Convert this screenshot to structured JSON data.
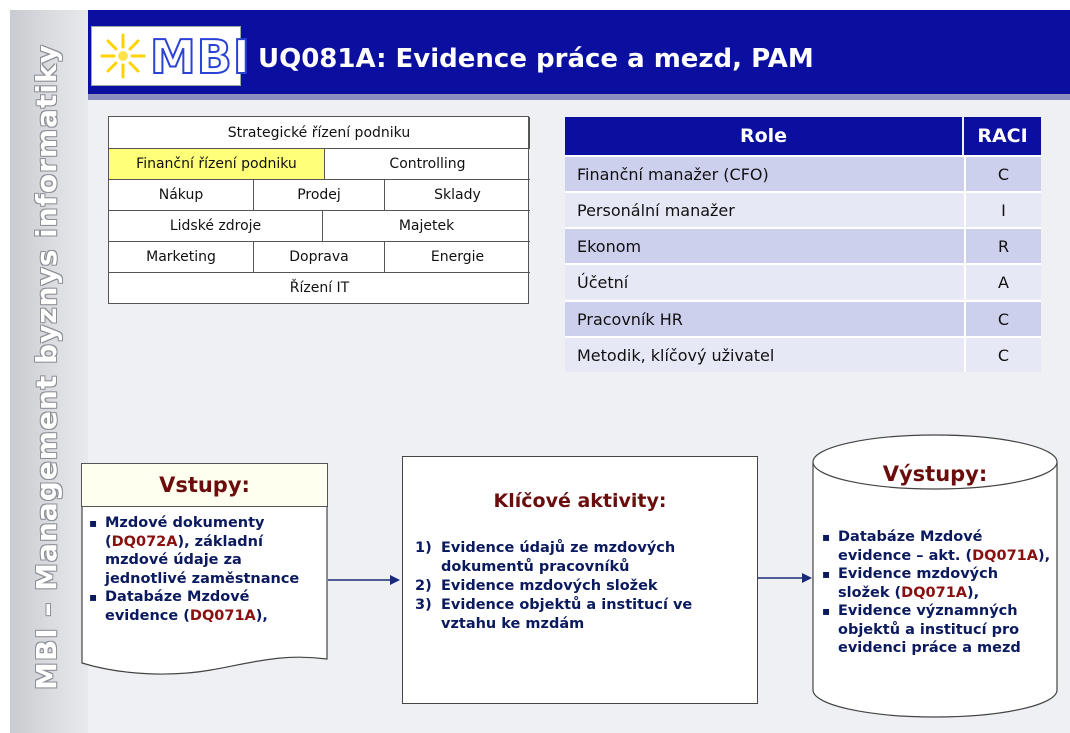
{
  "sidebar": {
    "text": "MBI – Management byznys informatiky"
  },
  "header": {
    "logo_text": "MBI",
    "title": "UQ081A: Evidence práce a mezd, PAM"
  },
  "org_chart": {
    "row1": "Strategické řízení podniku",
    "row2": [
      "Finanční řízení podniku",
      "Controlling"
    ],
    "row3": [
      "Nákup",
      "Prodej",
      "Sklady"
    ],
    "row4": [
      "Lidské zdroje",
      "Majetek"
    ],
    "row5": [
      "Marketing",
      "Doprava",
      "Energie"
    ],
    "row6": "Řízení IT",
    "highlight": "Finanční řízení podniku",
    "highlight_color": "#ffff7a"
  },
  "raci": {
    "headers": {
      "role": "Role",
      "raci": "RACI"
    },
    "rows": [
      {
        "role": "Finanční manažer (CFO)",
        "code": "C"
      },
      {
        "role": "Personální manažer",
        "code": "I"
      },
      {
        "role": "Ekonom",
        "code": "R"
      },
      {
        "role": "Účetní",
        "code": "A"
      },
      {
        "role": "Pracovník HR",
        "code": "C"
      },
      {
        "role": "Metodik, klíčový uživatel",
        "code": "C"
      }
    ]
  },
  "inputs": {
    "title": "Vstupy:",
    "items": [
      {
        "pre": "Mzdové dokumenty (",
        "ref": "DQ072A",
        "post": "), základní mzdové údaje za jednotlivé zaměstnance"
      },
      {
        "pre": "Databáze Mzdové evidence (",
        "ref": "DQ071A",
        "post": "),"
      }
    ]
  },
  "activities": {
    "title": "Klíčové aktivity:",
    "items": [
      {
        "num": "1)",
        "text": "Evidence údajů ze mzdových dokumentů pracovníků"
      },
      {
        "num": "2)",
        "text": "Evidence mzdových složek"
      },
      {
        "num": "3)",
        "text": "Evidence objektů a institucí ve vztahu ke mzdám"
      }
    ]
  },
  "outputs": {
    "title": "Výstupy:",
    "items": [
      {
        "pre": "Databáze Mzdové evidence – akt. (",
        "ref": "DQ071A",
        "post": "),"
      },
      {
        "pre": "Evidence mzdových složek (",
        "ref": "DQ071A",
        "post": "),"
      },
      {
        "pre": "Evidence významných objektů a institucí pro evidenci práce a mezd",
        "ref": "",
        "post": ""
      }
    ]
  },
  "colors": {
    "title_bar": "#0b0fa0",
    "raci_header": "#0b0fa0",
    "heading_text": "#6b0d0d",
    "body_text": "#0b1a5e",
    "reference": "#8a1010"
  }
}
